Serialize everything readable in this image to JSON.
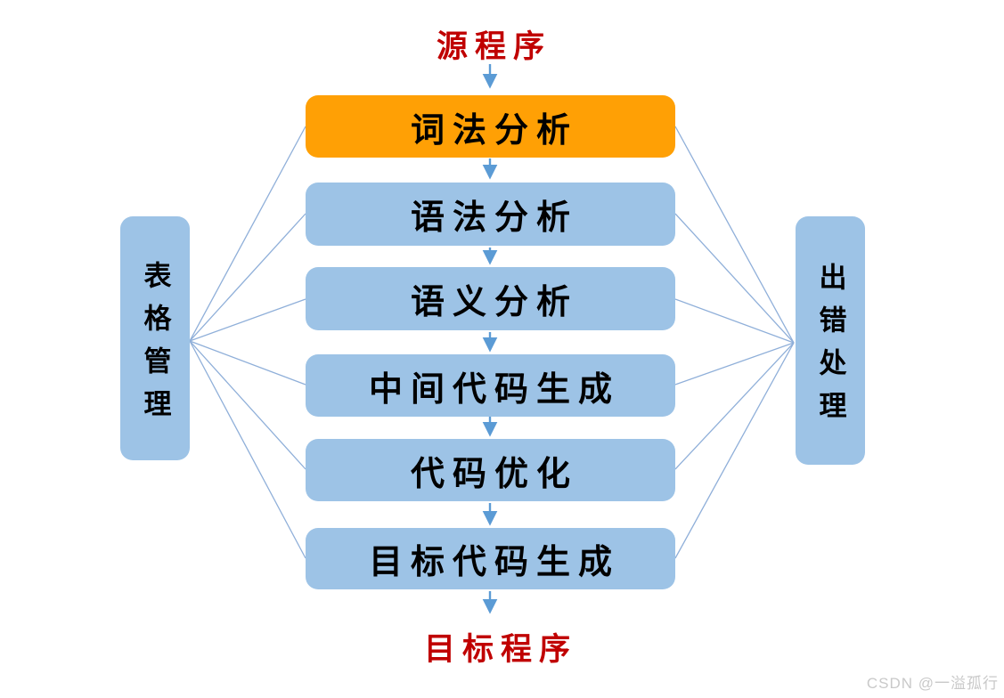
{
  "diagram": {
    "source_label": "源程序",
    "target_label": "目标程序",
    "stages": [
      {
        "label": "词法分析"
      },
      {
        "label": "语法分析"
      },
      {
        "label": "语义分析"
      },
      {
        "label": "中间代码生成"
      },
      {
        "label": "代码优化"
      },
      {
        "label": "目标代码生成"
      }
    ],
    "left_panel": {
      "label": "表格管理"
    },
    "right_panel": {
      "label": "出错处理"
    },
    "colors": {
      "highlight_stage_fill": "#FFA005",
      "stage_fill": "#9DC3E6",
      "side_panel_fill": "#9DC3E6",
      "endpoint_text": "#C00000",
      "arrow": "#5B9BD5",
      "fan_line": "#8FAFD9"
    }
  },
  "watermark": "CSDN @一溢孤行"
}
